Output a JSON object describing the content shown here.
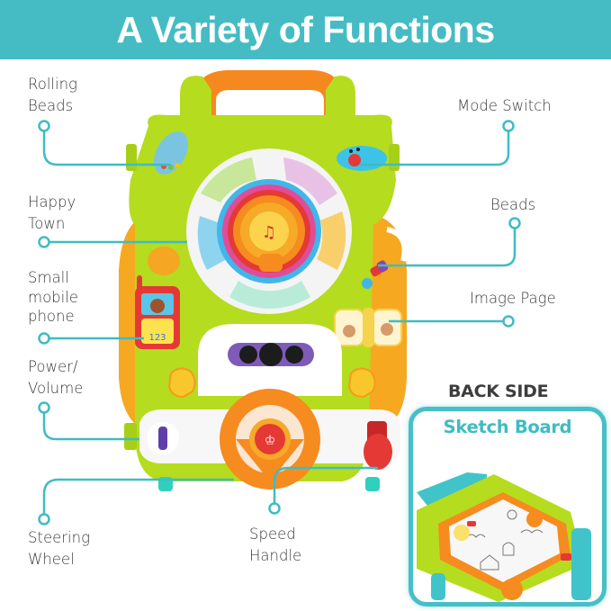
{
  "header": {
    "title": "A Variety of Functions",
    "background_color": "#45bcc4"
  },
  "callouts": {
    "left": [
      {
        "id": "rolling-beads",
        "lines": [
          "Rolling",
          "Beads"
        ]
      },
      {
        "id": "happy-town",
        "lines": [
          "Happy",
          "Town"
        ]
      },
      {
        "id": "small-mobile-phone",
        "lines": [
          "Small",
          "mobile",
          "phone"
        ]
      },
      {
        "id": "power-volume",
        "lines": [
          "Power/",
          "Volume"
        ]
      },
      {
        "id": "steering-wheel",
        "lines": [
          "Steering",
          "Wheel"
        ]
      }
    ],
    "right": [
      {
        "id": "mode-switch",
        "lines": [
          "Mode Switch"
        ]
      },
      {
        "id": "beads",
        "lines": [
          "Beads"
        ]
      },
      {
        "id": "image-page",
        "lines": [
          "Image Page"
        ]
      }
    ],
    "bottom": [
      {
        "id": "speed-handle",
        "lines": [
          "Speed",
          "Handle"
        ]
      }
    ],
    "leader_line_color": "#3fbcc2"
  },
  "back_side": {
    "heading": "BACK SIDE",
    "panel_title": "Sketch Board",
    "frame_color": "#46c0c6"
  },
  "toy": {
    "phone_keys": "1 2 3",
    "body_color": "#b5dc1e",
    "handle_color": "#f5891f",
    "side_color": "#f6a821"
  }
}
